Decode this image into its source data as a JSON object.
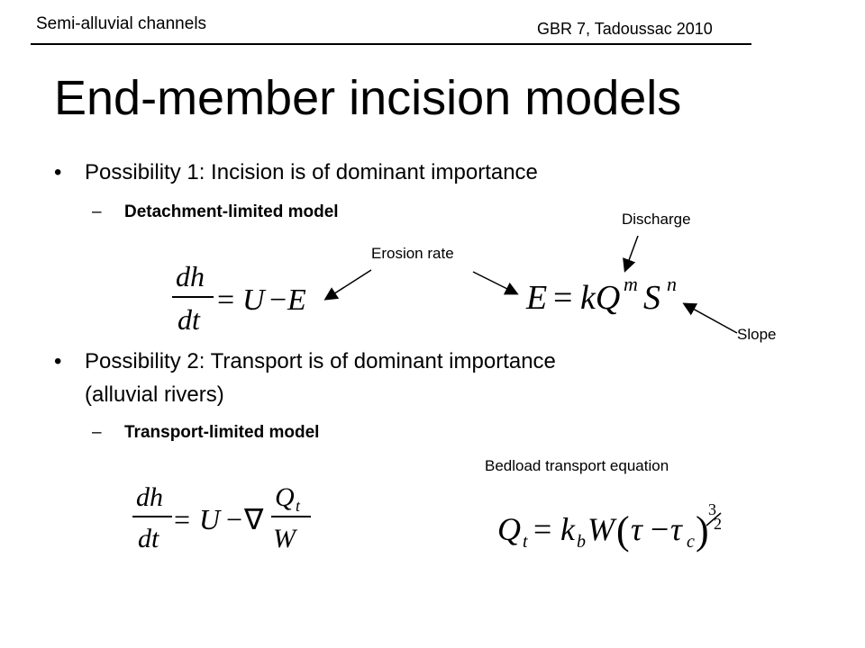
{
  "header": {
    "left": "Semi-alluvial channels",
    "right": "GBR 7, Tadoussac 2010"
  },
  "title": "End-member incision models",
  "bullets": [
    {
      "text": "Possibility 1: Incision is of dominant importance",
      "sub": "Detachment-limited model"
    },
    {
      "text_line1": "Possibility 2: Transport is of dominant importance",
      "text_line2": "(alluvial rivers)",
      "sub": "Transport-limited model"
    }
  ],
  "annotations": {
    "erosion_rate": "Erosion rate",
    "discharge": "Discharge",
    "slope": "Slope",
    "bedload": "Bedload transport equation"
  },
  "equations": {
    "detachment": "dh/dt = U − E",
    "erosion": "E = kQ^m S^n",
    "transport": "dh/dt = U − ∇ Q_t/W",
    "bedload": "Q_t = k_b W(τ − τ_c)^(3/2)"
  }
}
